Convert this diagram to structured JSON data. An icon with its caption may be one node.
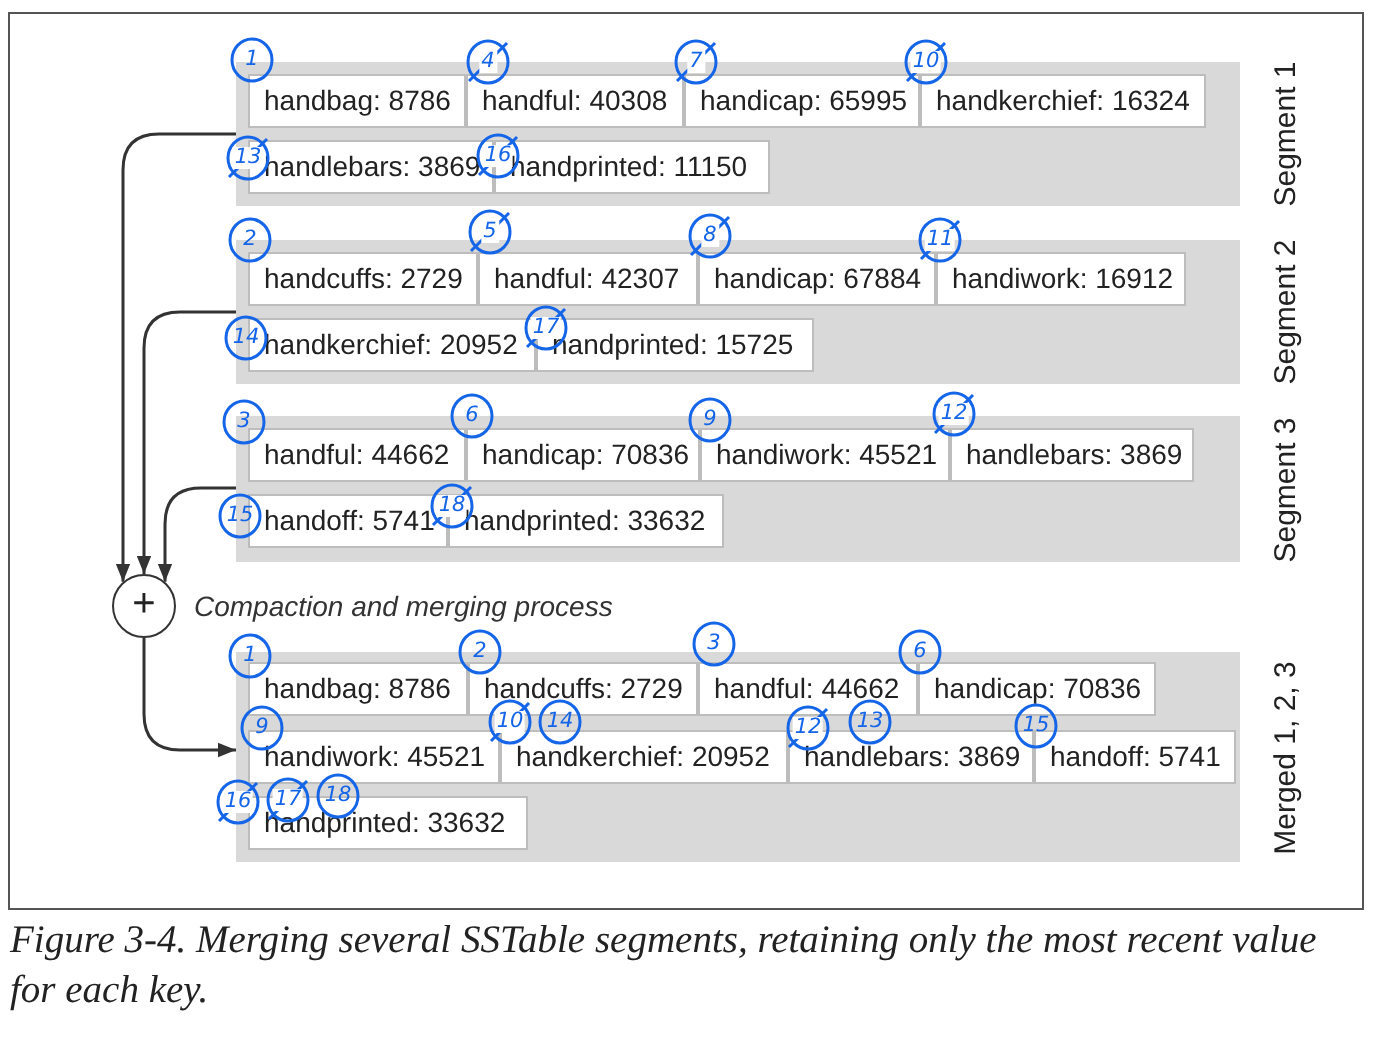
{
  "diagram": {
    "caption": "Figure 3-4. Merging several SSTable segments, retaining only the most recent value for each key.",
    "nodes": [
      {
        "text": [
          "Segment 1"
        ]
      },
      {
        "text": [
          "handbag: 8786"
        ],
        "in": 0
      },
      {
        "text": [
          "handful: 40308"
        ],
        "in": 0
      },
      {
        "text": [
          "handicap: 65995"
        ],
        "in": 0
      },
      {
        "text": [
          "handkerchief: 16324"
        ],
        "in": 0
      },
      {
        "text": [
          "handlebars: 3869"
        ],
        "in": 0
      },
      {
        "text": [
          "handprinted: 11150"
        ],
        "in": 0
      },
      {
        "text": [
          "Segment 2"
        ]
      },
      {
        "text": [
          "handcuffs: 2729"
        ],
        "in": 7
      },
      {
        "text": [
          "handful: 42307"
        ],
        "in": 7
      },
      {
        "text": [
          "handicap: 67884"
        ],
        "in": 7
      },
      {
        "text": [
          "handiwork: 16912"
        ],
        "in": 7
      },
      {
        "text": [
          "handkerchief: 20952"
        ],
        "in": 7
      },
      {
        "text": [
          "handprinted: 15725"
        ],
        "in": 7
      },
      {
        "text": [
          "Segment 3"
        ]
      },
      {
        "text": [
          "handful: 44662"
        ],
        "in": 14
      },
      {
        "text": [
          "handicap: 70836"
        ],
        "in": 14
      },
      {
        "text": [
          "handiwork: 45521"
        ],
        "in": 14
      },
      {
        "text": [
          "handlebars: 3869"
        ],
        "in": 14
      },
      {
        "text": [
          "handoff: 5741"
        ],
        "in": 14
      },
      {
        "text": [
          "handprinted: 33632"
        ],
        "in": 14
      },
      {
        "text": [
          "+"
        ],
        "beside": [
          "Compaction and merging process"
        ]
      },
      {
        "text": [
          "Merged 1, 2, 3"
        ]
      },
      {
        "text": [
          "handbag: 8786"
        ],
        "in": 22
      },
      {
        "text": [
          "handcuffs: 2729"
        ],
        "in": 22
      },
      {
        "text": [
          "handful: 44662"
        ],
        "in": 22
      },
      {
        "text": [
          "handicap: 70836"
        ],
        "in": 22
      },
      {
        "text": [
          "handiwork: 45521"
        ],
        "in": 22
      },
      {
        "text": [
          "handkerchief: 20952"
        ],
        "in": 22
      },
      {
        "text": [
          "handlebars: 3869"
        ],
        "in": 22
      },
      {
        "text": [
          "handoff: 5741"
        ],
        "in": 22
      },
      {
        "text": [
          "handprinted: 33632"
        ],
        "in": 22
      }
    ],
    "edges": [
      {
        "from": 0,
        "to": 21,
        "arrow": "to"
      },
      {
        "from": 7,
        "to": 21,
        "arrow": "to"
      },
      {
        "from": 14,
        "to": 21,
        "arrow": "to"
      },
      {
        "from": 21,
        "to": 22,
        "arrow": "to"
      }
    ],
    "labels": [
      "1",
      "4",
      "7",
      "10",
      "13",
      "16",
      "2",
      "5",
      "8",
      "11",
      "14",
      "17",
      "3",
      "6",
      "9",
      "12",
      "15",
      "18",
      "1",
      "2",
      "3",
      "6",
      "9",
      "10",
      "14",
      "12",
      "13",
      "15",
      "16",
      "17",
      "18"
    ]
  }
}
